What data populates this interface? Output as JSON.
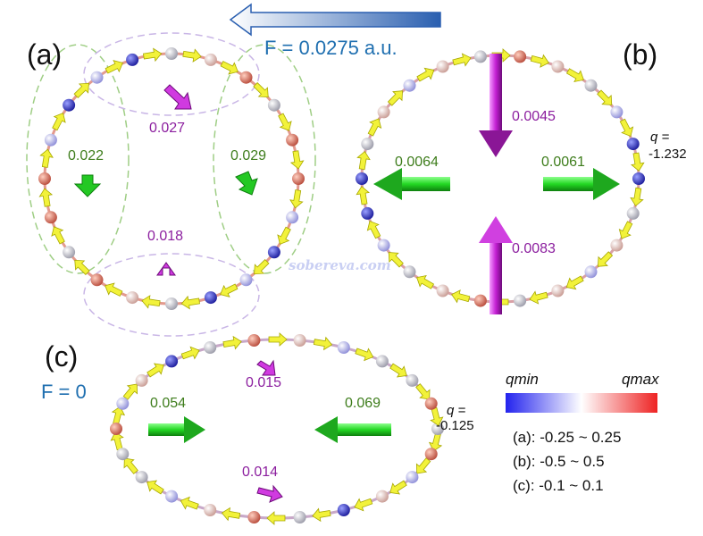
{
  "arrow_force_label": "F = 0.0275 a.u.",
  "panels": {
    "a": {
      "label": "(a)",
      "values": {
        "left": "0.022",
        "top": "0.027",
        "right": "0.029",
        "bottom": "0.018"
      }
    },
    "b": {
      "label": "(b)",
      "values": {
        "top": "0.0045",
        "left": "0.0064",
        "right": "0.0061",
        "bottom": "0.0083"
      },
      "q_label": "q =",
      "q_value": "-1.232"
    },
    "c": {
      "label": "(c)",
      "field": "F = 0",
      "values": {
        "left": "0.054",
        "top": "0.015",
        "right": "0.069",
        "bottom": "0.014"
      },
      "q_label": "q =",
      "q_value": "-0.125"
    }
  },
  "legend": {
    "qmin": "qmin",
    "qmax": "qmax",
    "ranges": [
      "(a): -0.25 ~ 0.25",
      "(b): -0.5 ~ 0.5",
      "(c): -0.1 ~ 0.1"
    ],
    "colors": {
      "min": "#2323ee",
      "mid": "#ffffff",
      "max": "#ee2323"
    }
  },
  "watermark": "sobereva.com",
  "colors": {
    "green_arrow": "#2fd82f",
    "purple_arrow": "#c020d0",
    "bond_yellow": "#f0f030"
  }
}
